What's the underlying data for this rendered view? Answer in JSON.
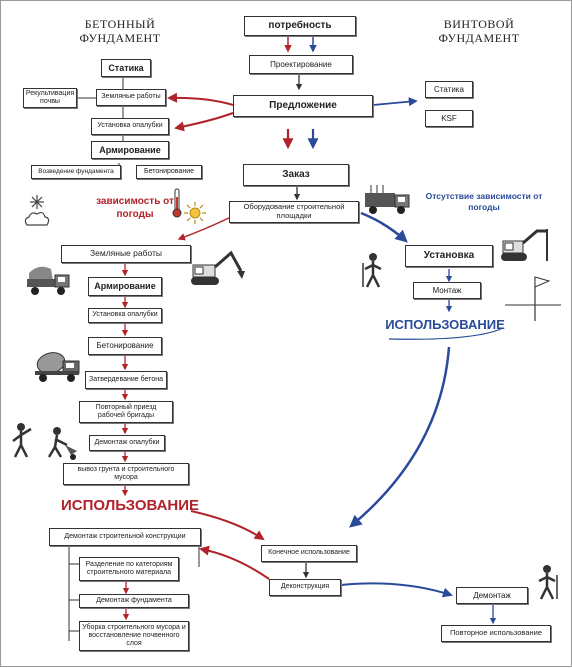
{
  "headers": {
    "concrete": "БЕТОННЫЙ ФУНДАМЕНТ",
    "screw": "ВИНТОВОЙ ФУНДАМЕНТ"
  },
  "center": {
    "need": "потребность",
    "design": "Проектирование",
    "offer": "Предложение",
    "order": "Заказ",
    "equipment": "Оборудование строительной площадки"
  },
  "concrete_top": {
    "statics": "Статика",
    "earthworks": "Земляные работы",
    "recultivation": "Рекультивация почвы",
    "formwork": "Установка опалубки",
    "reinforcement": "Армирование",
    "erection": "Возведение фундамента",
    "concreting": "Бетонирование"
  },
  "concrete_flow": {
    "weather": "зависимость от погоды",
    "earthworks": "Земляные работы",
    "reinforcement": "Армирование",
    "formwork": "Установка опалубки",
    "concreting": "Бетонирование",
    "hardening": "Затвердевание бетона",
    "repeat": "Повторный приезд рабочей бригады",
    "dismantle_formwork": "Демонтаж опалубки",
    "removal": "вывоз грунта и строительного мусора",
    "usage": "ИСПОЛЬЗОВАНИЕ"
  },
  "concrete_end": {
    "dismantle_structure": "Демонтаж строительной конструкции",
    "sorting": "Разделение по категориям строительного материала",
    "dismantle_foundation": "Демонтаж фундамента",
    "cleanup": "Уборка строительного мусора и восстановление почвенного слоя"
  },
  "screw_side": {
    "statics": "Статика",
    "ksf": "KSF",
    "no_weather": "Отсутствие зависимости от погоды",
    "install": "Установка",
    "mount": "Монтаж",
    "usage": "ИСПОЛЬЗОВАНИЕ"
  },
  "end": {
    "final_use": "Конечное использование",
    "deconstruction": "Деконструкция",
    "dismantle": "Демонтаж",
    "reuse": "Повторное использование"
  },
  "colors": {
    "red": "#b0232a",
    "blue": "#2a4a9a"
  }
}
